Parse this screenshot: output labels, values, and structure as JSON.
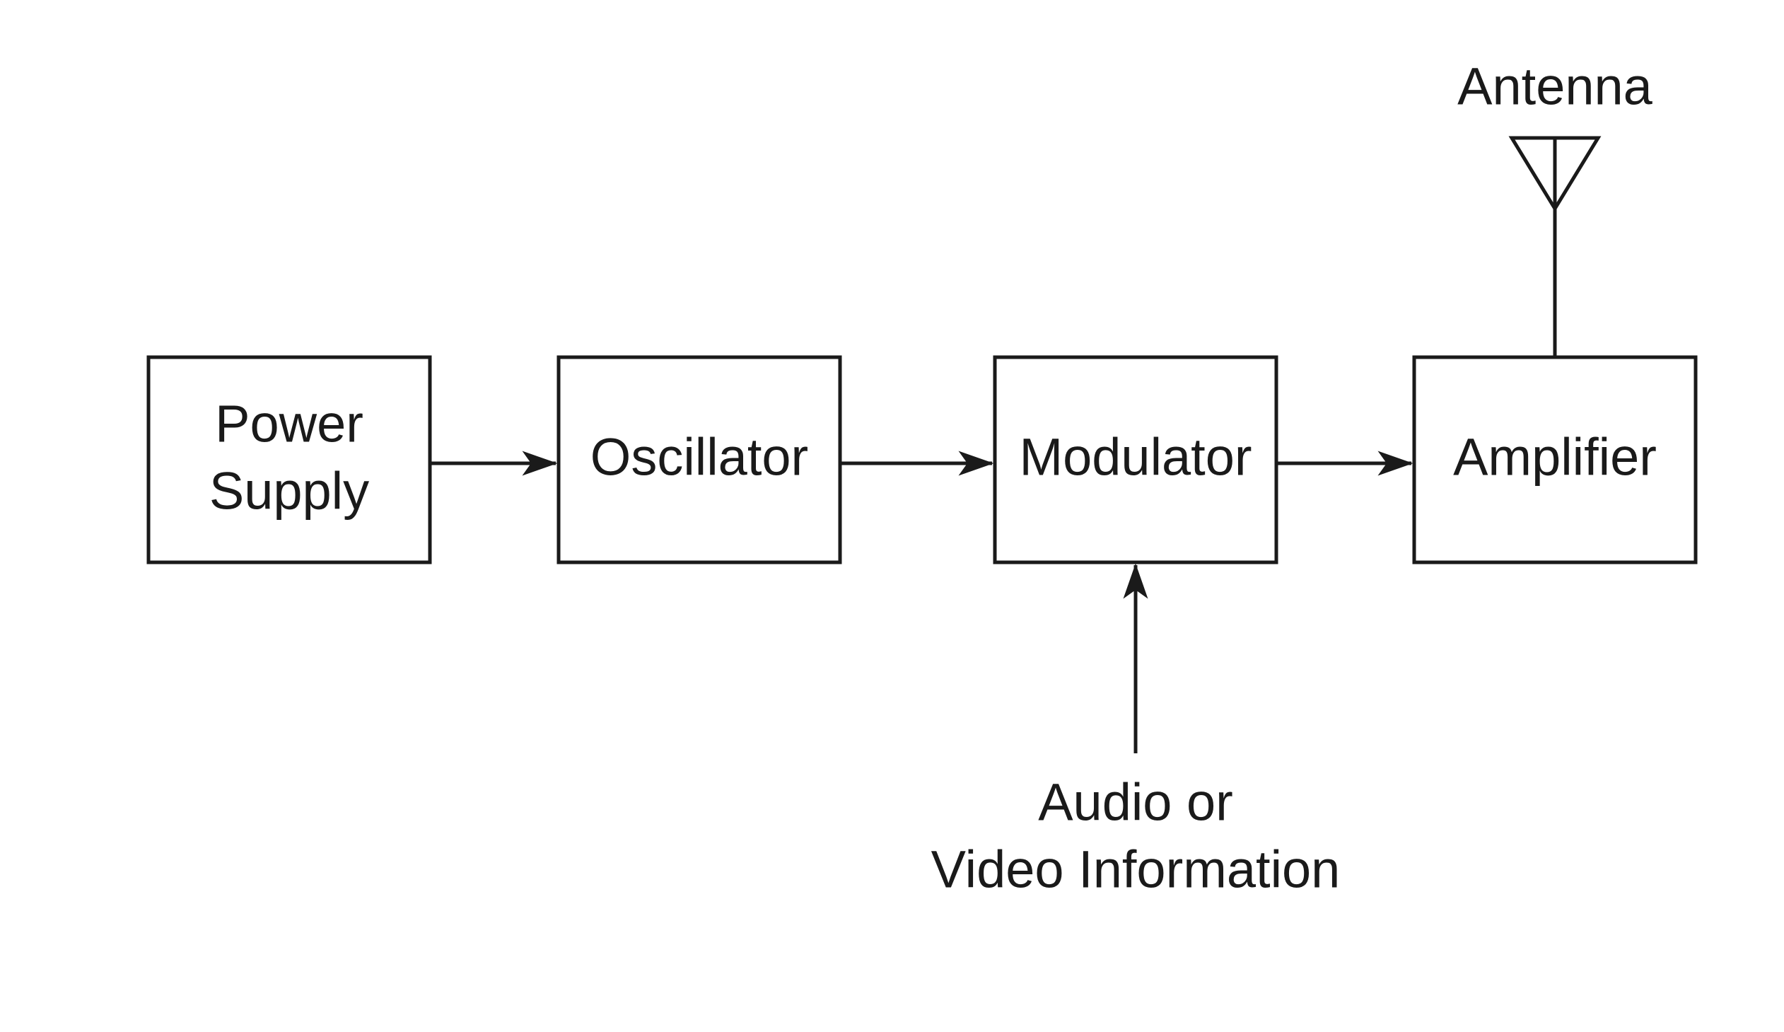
{
  "blocks": {
    "power_supply": {
      "line1": "Power",
      "line2": "Supply"
    },
    "oscillator": {
      "label": "Oscillator"
    },
    "modulator": {
      "label": "Modulator"
    },
    "amplifier": {
      "label": "Amplifier"
    }
  },
  "antenna": {
    "label": "Antenna"
  },
  "input": {
    "line1": "Audio or",
    "line2": "Video Information"
  },
  "colors": {
    "stroke": "#1a1a1a",
    "background": "#ffffff"
  }
}
